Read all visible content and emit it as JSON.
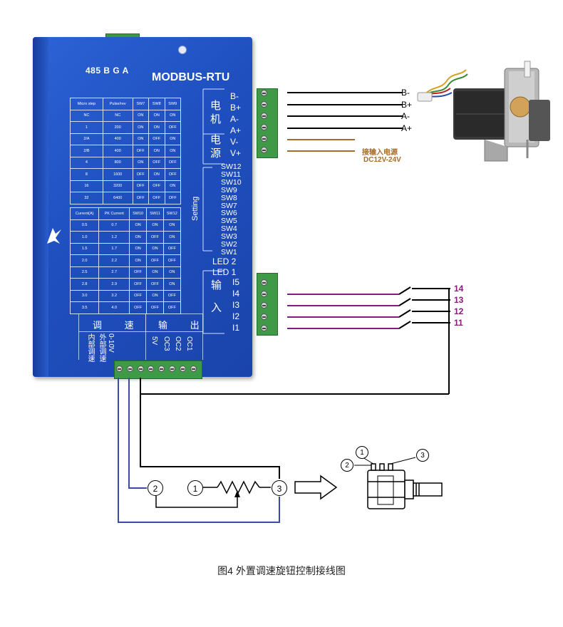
{
  "board": {
    "rs485_label": "485 B G A",
    "model": "MODBUS-RTU",
    "brand": "kamoer",
    "micro_table": {
      "headers": [
        "Micro step",
        "Pulse/rev",
        "SW7",
        "SW8",
        "SW9"
      ],
      "rows": [
        [
          "NC",
          "NC",
          "ON",
          "ON",
          "ON"
        ],
        [
          "1",
          "200",
          "ON",
          "ON",
          "OFF"
        ],
        [
          "2/A",
          "400",
          "ON",
          "OFF",
          "ON"
        ],
        [
          "2/B",
          "400",
          "OFF",
          "ON",
          "ON"
        ],
        [
          "4",
          "800",
          "ON",
          "OFF",
          "OFF"
        ],
        [
          "8",
          "1600",
          "OFF",
          "ON",
          "OFF"
        ],
        [
          "16",
          "3200",
          "OFF",
          "OFF",
          "ON"
        ],
        [
          "32",
          "6400",
          "OFF",
          "OFF",
          "OFF"
        ]
      ]
    },
    "current_table": {
      "headers": [
        "Current(A)",
        "PK Current",
        "SW10",
        "SW11",
        "SW12"
      ],
      "rows": [
        [
          "0.5",
          "0.7",
          "ON",
          "ON",
          "ON"
        ],
        [
          "1.0",
          "1.2",
          "ON",
          "OFF",
          "ON"
        ],
        [
          "1.5",
          "1.7",
          "ON",
          "ON",
          "OFF"
        ],
        [
          "2.0",
          "2.2",
          "ON",
          "OFF",
          "OFF"
        ],
        [
          "2.5",
          "2.7",
          "OFF",
          "ON",
          "ON"
        ],
        [
          "2.8",
          "2.9",
          "OFF",
          "OFF",
          "ON"
        ],
        [
          "3.0",
          "3.2",
          "OFF",
          "ON",
          "OFF"
        ],
        [
          "3.5",
          "4.0",
          "OFF",
          "OFF",
          "OFF"
        ]
      ]
    },
    "motor_group": "电机",
    "power_group": "电源",
    "motor_pins": [
      "B-",
      "B+",
      "A-",
      "A+"
    ],
    "power_pins": [
      "V-",
      "V+"
    ],
    "setting_label": "Setting",
    "switches": [
      "SW12",
      "SW11",
      "SW10",
      "SW9",
      "SW8",
      "SW7",
      "SW6",
      "SW5",
      "SW4",
      "SW3",
      "SW2",
      "SW1"
    ],
    "leds": [
      "LED 2",
      "LED 1"
    ],
    "input_group": "输 入",
    "input_pins": [
      "I5",
      "I4",
      "I3",
      "I2",
      "I1"
    ],
    "speed_group": "调 速",
    "output_group": "输 出",
    "speed_pins": [
      "内部调速",
      "外部调速",
      "0-10V"
    ],
    "output_pins": [
      "5V",
      "OC3",
      "OC2",
      "OC1"
    ]
  },
  "wiring": {
    "motor_wire_labels": [
      "B-",
      "B+",
      "A-",
      "A+"
    ],
    "power_note_line1": "接输入电源",
    "power_note_line2": "DC12V-24V",
    "input_switch_labels": [
      "14",
      "13",
      "12",
      "11"
    ],
    "pot_pins": [
      "1",
      "2",
      "3"
    ]
  },
  "colors": {
    "board_blue": "#1f4fbf",
    "terminal_green": "#3e9a47",
    "input_wire": "#8a1a7a",
    "speed_wire": "#3c4aa8",
    "power_wire": "#a66b2a"
  },
  "caption": "图4  外置调速旋钮控制接线图"
}
